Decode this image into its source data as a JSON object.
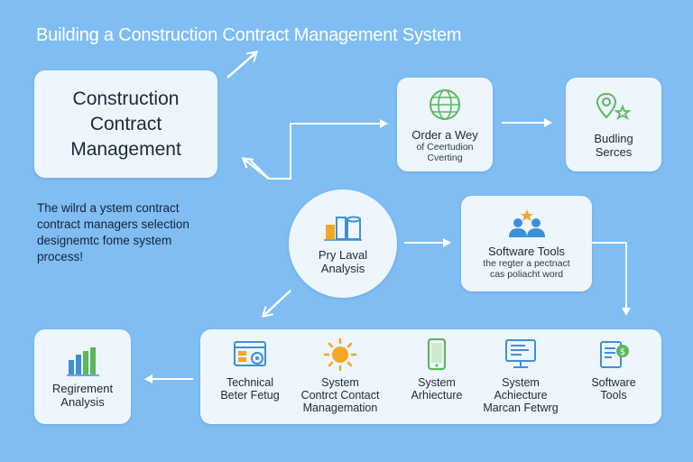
{
  "title": "Building a Construction Contract Management System",
  "main_box": {
    "lines": [
      "Construction",
      "Contract",
      "Management"
    ]
  },
  "description": {
    "lines": [
      "The wilrd a ystem contract",
      "contract managers selection",
      "designemtc fome system",
      "process!"
    ]
  },
  "nodes": {
    "order": {
      "title": "Order a Wey",
      "sub1": "of Ceertudion",
      "sub2": "Cverting",
      "icon": "globe-icon"
    },
    "building": {
      "title": "Budling",
      "sub1": "Serces",
      "icon": "location-pin-star-icon"
    },
    "analysis": {
      "title": "Pry Laval",
      "sub1": "Analysis",
      "icon": "chart-cylinder-icon"
    },
    "software_tools": {
      "title": "Software Tools",
      "sub1": "the regter a pectnact",
      "sub2": "cas poliacht word",
      "icon": "users-star-icon"
    },
    "requirement": {
      "title": "Regirement",
      "sub1": "Analysis",
      "icon": "bar-chart-icon"
    }
  },
  "steps": [
    {
      "line1": "Technical",
      "line2": "Beter Fetug",
      "line3": "",
      "icon": "dashboard-icon"
    },
    {
      "line1": "System",
      "line2": "Contrct Contact",
      "line3": "Managemation",
      "icon": "sun-icon"
    },
    {
      "line1": "System",
      "line2": "Arhiecture",
      "line3": "",
      "icon": "mobile-icon"
    },
    {
      "line1": "System",
      "line2": "Achiecture",
      "line3": "Marcan Fetwrg",
      "icon": "monitor-icon"
    },
    {
      "line1": "Software",
      "line2": "Tools",
      "line3": "",
      "icon": "document-dollar-icon"
    }
  ],
  "colors": {
    "background": "#7fbdf3",
    "card": "#edf5fd",
    "arrow": "#ffffff",
    "icon_blue": "#3f8fd8",
    "icon_green": "#5cb85c",
    "icon_orange": "#f5a623"
  }
}
